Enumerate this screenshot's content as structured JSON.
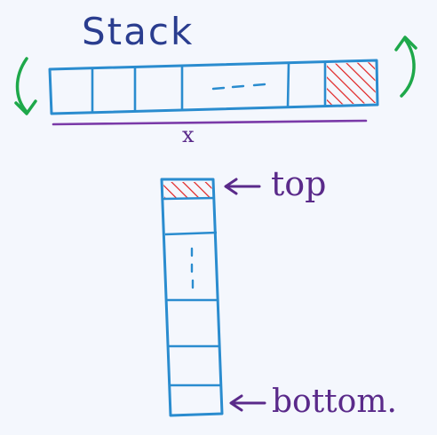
{
  "title": "Stack",
  "horizontal_label": "x",
  "top_label": "top",
  "bottom_label": "bottom.",
  "colors": {
    "background": "#f4f7fd",
    "stack_outline": "#2a8ccf",
    "title_ink": "#2a3d8f",
    "label_ink": "#5a2a8a",
    "hatch": "#e02020",
    "arrow_green": "#1ea84a"
  }
}
